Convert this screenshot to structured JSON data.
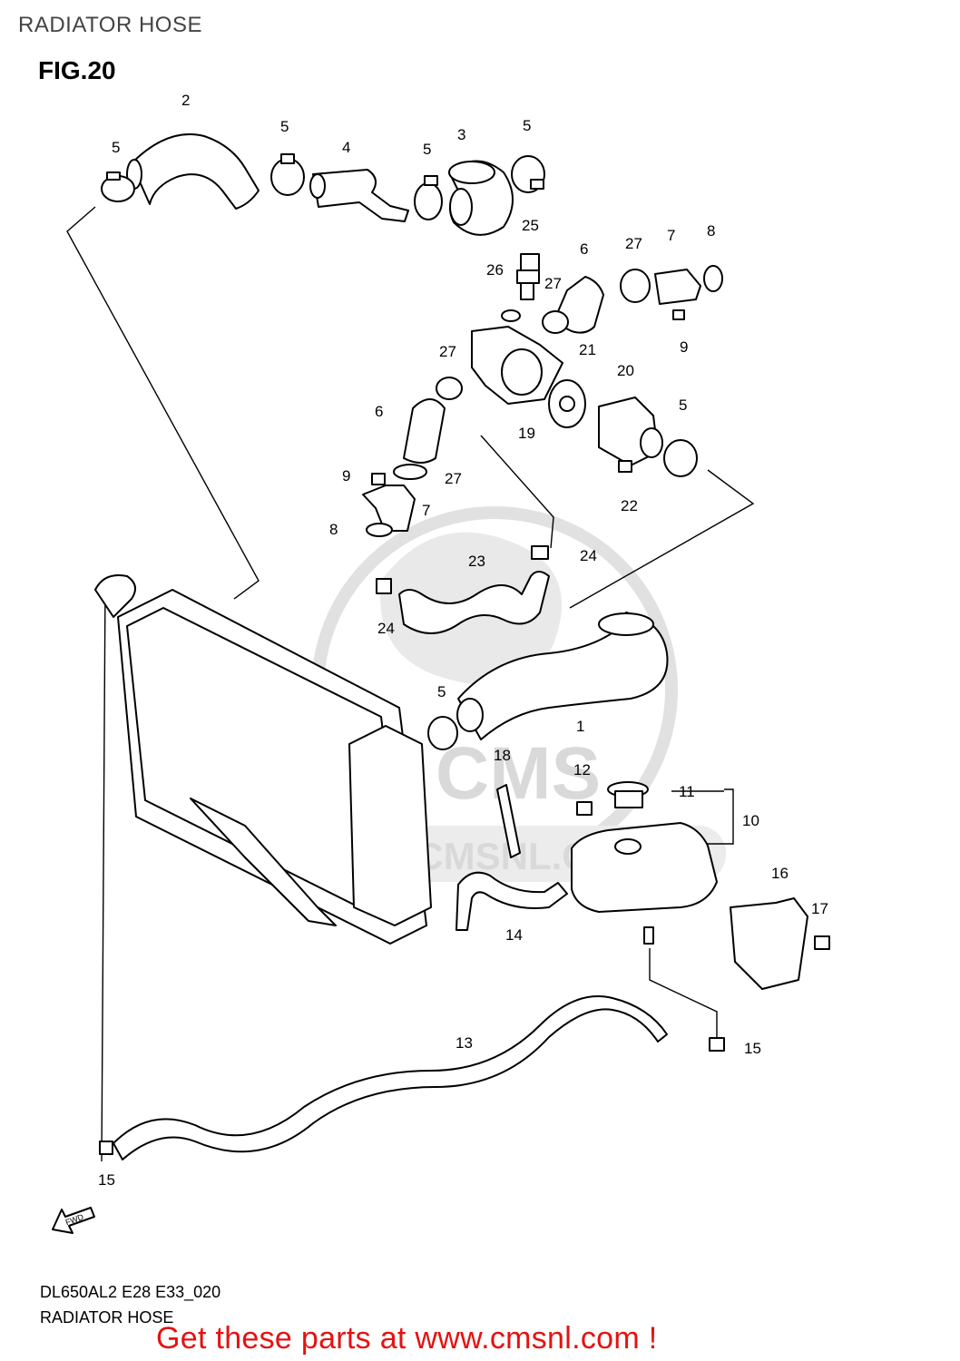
{
  "header": {
    "title": "RADIATOR HOSE"
  },
  "figure": {
    "label": "FIG.20"
  },
  "callouts": [
    {
      "id": "c2",
      "text": "2"
    },
    {
      "id": "c5a",
      "text": "5"
    },
    {
      "id": "c5b",
      "text": "5"
    },
    {
      "id": "c4",
      "text": "4"
    },
    {
      "id": "c5c",
      "text": "5"
    },
    {
      "id": "c3",
      "text": "3"
    },
    {
      "id": "c5d",
      "text": "5"
    },
    {
      "id": "c25",
      "text": "25"
    },
    {
      "id": "c8a",
      "text": "8"
    },
    {
      "id": "c26",
      "text": "26"
    },
    {
      "id": "c6a",
      "text": "6"
    },
    {
      "id": "c27a",
      "text": "27"
    },
    {
      "id": "c7a",
      "text": "7"
    },
    {
      "id": "c27b",
      "text": "27"
    },
    {
      "id": "c9a",
      "text": "9"
    },
    {
      "id": "c27c",
      "text": "27"
    },
    {
      "id": "c21",
      "text": "21"
    },
    {
      "id": "c20",
      "text": "20"
    },
    {
      "id": "c6b",
      "text": "6"
    },
    {
      "id": "c19",
      "text": "19"
    },
    {
      "id": "c5e",
      "text": "5"
    },
    {
      "id": "c9b",
      "text": "9"
    },
    {
      "id": "c27d",
      "text": "27"
    },
    {
      "id": "c22",
      "text": "22"
    },
    {
      "id": "c7b",
      "text": "7"
    },
    {
      "id": "c8b",
      "text": "8"
    },
    {
      "id": "c24a",
      "text": "24"
    },
    {
      "id": "c23",
      "text": "23"
    },
    {
      "id": "c24b",
      "text": "24"
    },
    {
      "id": "c5f",
      "text": "5"
    },
    {
      "id": "c1",
      "text": "1"
    },
    {
      "id": "c18",
      "text": "18"
    },
    {
      "id": "c12",
      "text": "12"
    },
    {
      "id": "c11",
      "text": "11"
    },
    {
      "id": "c10",
      "text": "10"
    },
    {
      "id": "c16",
      "text": "16"
    },
    {
      "id": "c17",
      "text": "17"
    },
    {
      "id": "c14",
      "text": "14"
    },
    {
      "id": "c13",
      "text": "13"
    },
    {
      "id": "c15a",
      "text": "15"
    },
    {
      "id": "c15b",
      "text": "15"
    }
  ],
  "fwd_label": "FWD",
  "watermark": {
    "brand": "CMS",
    "url": "WWW.CMSNL.COM"
  },
  "footer": {
    "model_code": "DL650AL2 E28 E33_020",
    "diagram_name": "RADIATOR HOSE",
    "promo": "Get these parts at www.cmsnl.com !"
  },
  "colors": {
    "promo": "#e41212",
    "ink": "#000000",
    "watermark": "#e1e1e1"
  }
}
